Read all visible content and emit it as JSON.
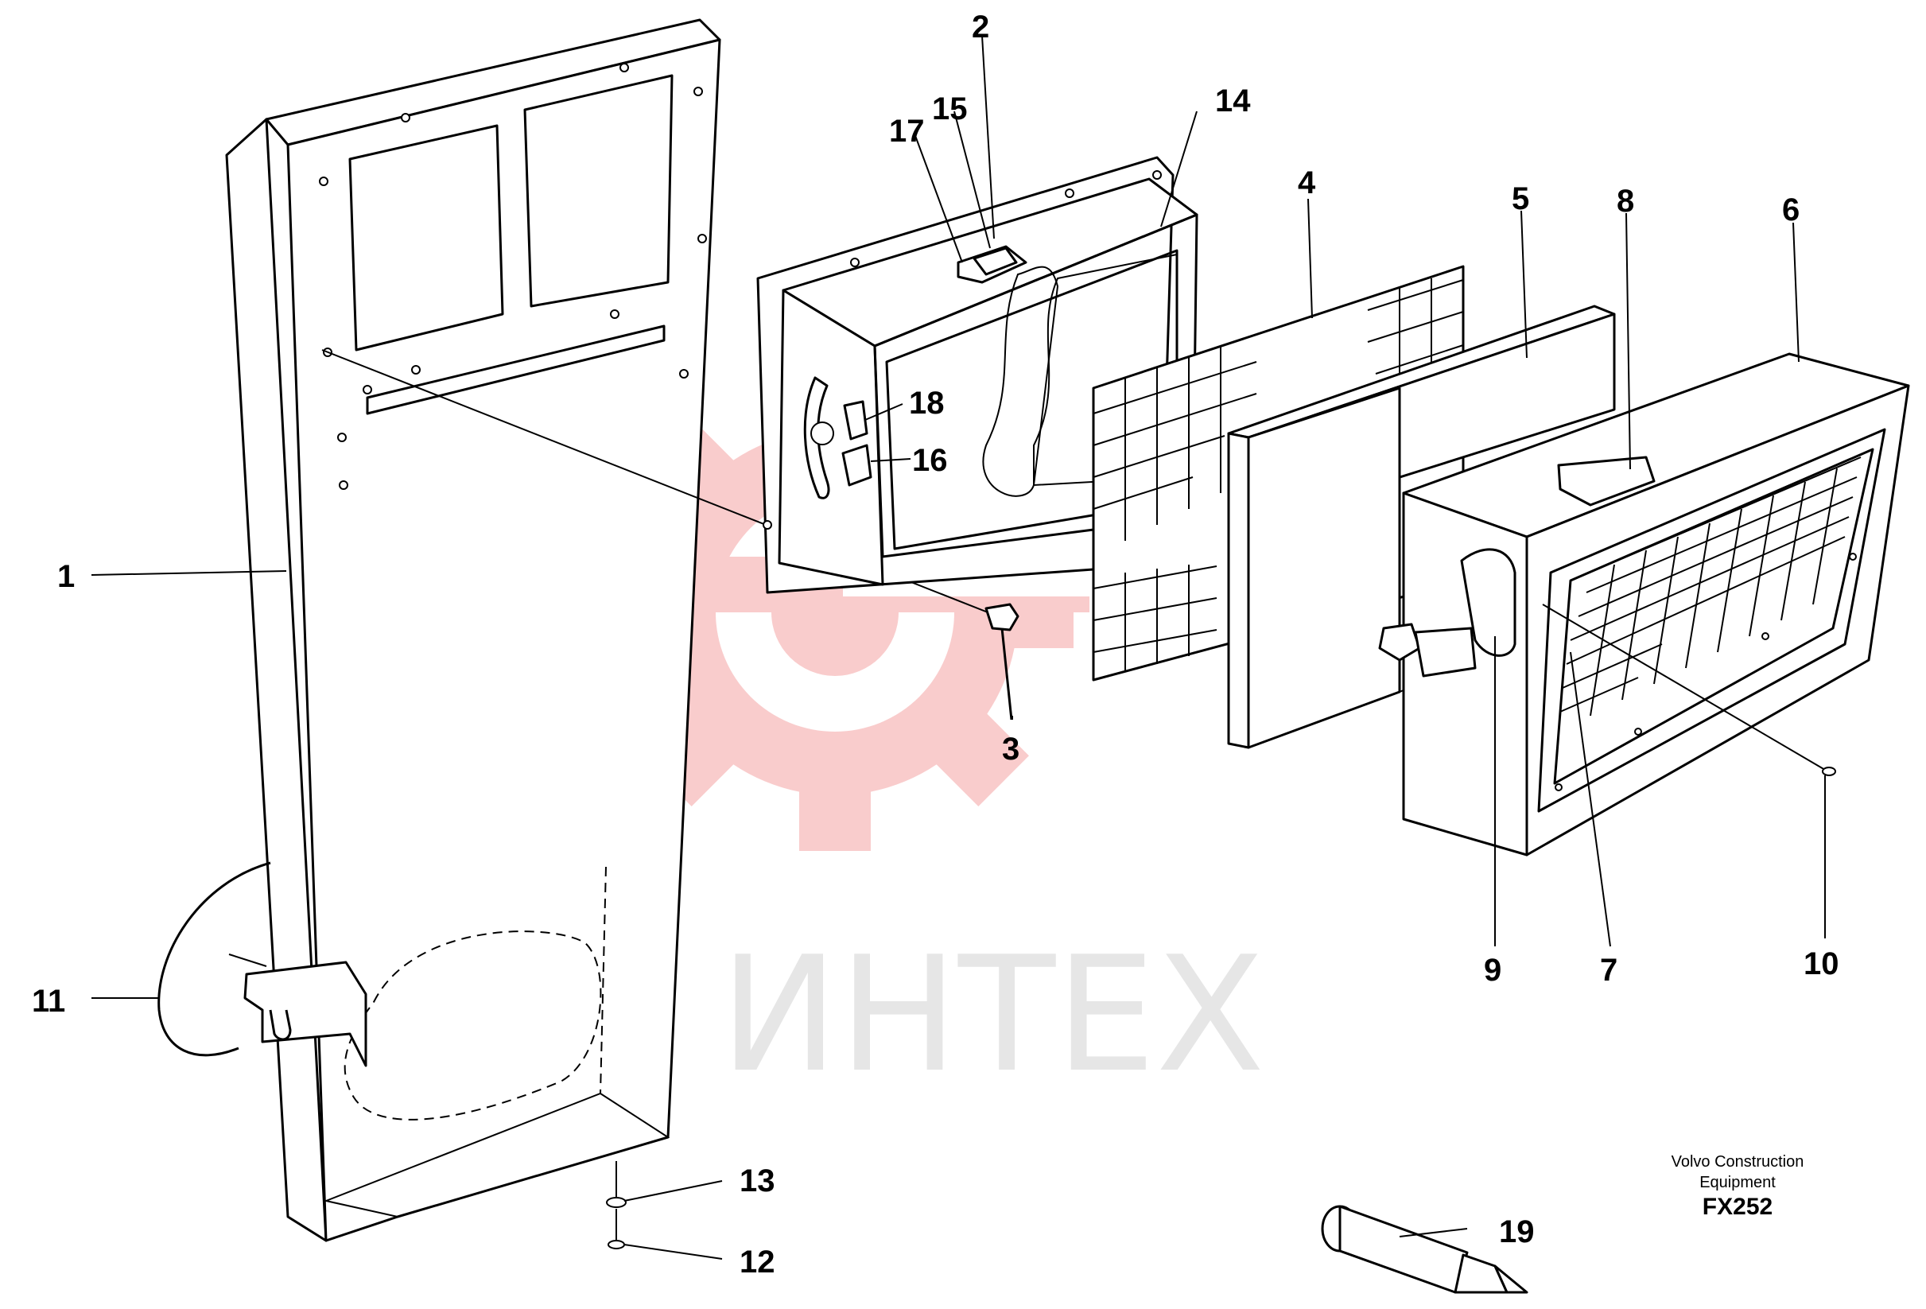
{
  "diagram": {
    "callouts": [
      {
        "id": "1",
        "label": "1"
      },
      {
        "id": "2",
        "label": "2"
      },
      {
        "id": "3",
        "label": "3"
      },
      {
        "id": "4",
        "label": "4"
      },
      {
        "id": "5",
        "label": "5"
      },
      {
        "id": "6",
        "label": "6"
      },
      {
        "id": "7",
        "label": "7"
      },
      {
        "id": "8",
        "label": "8"
      },
      {
        "id": "9",
        "label": "9"
      },
      {
        "id": "10",
        "label": "10"
      },
      {
        "id": "11",
        "label": "11"
      },
      {
        "id": "12",
        "label": "12"
      },
      {
        "id": "13",
        "label": "13"
      },
      {
        "id": "14",
        "label": "14"
      },
      {
        "id": "15",
        "label": "15"
      },
      {
        "id": "16",
        "label": "16"
      },
      {
        "id": "17",
        "label": "17"
      },
      {
        "id": "18",
        "label": "18"
      },
      {
        "id": "19",
        "label": "19"
      }
    ],
    "credit": {
      "line1": "Volvo Construction",
      "line2": "Equipment",
      "code": "FX252"
    },
    "watermark": {
      "text": "ИНТЕХ",
      "color": "#f7c8c8"
    }
  }
}
